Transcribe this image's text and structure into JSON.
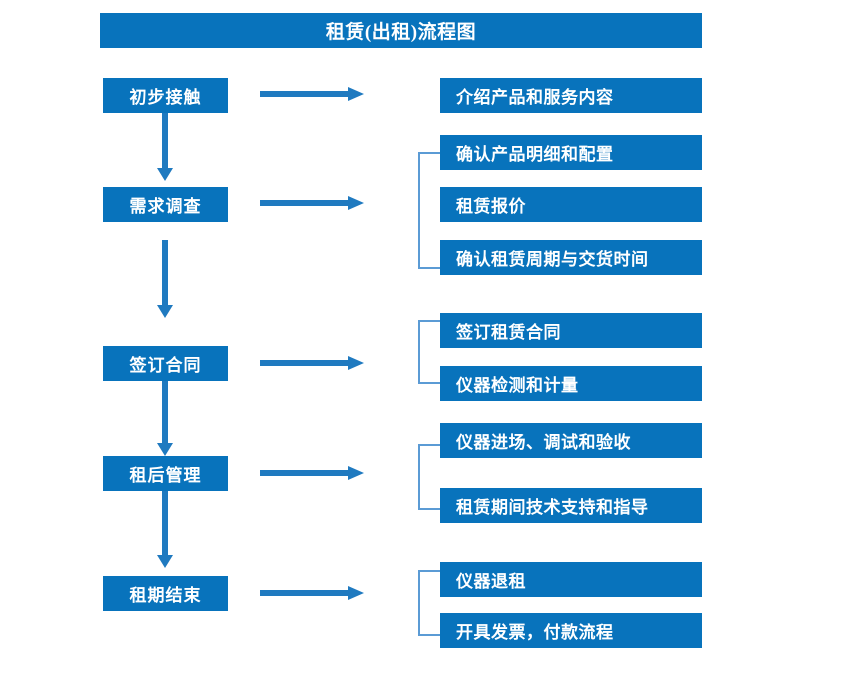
{
  "title": "租赁(出租)流程图",
  "colors": {
    "primary": "#0873BC",
    "bracket": "#5B9BD5",
    "arrow": "#1F7AC0",
    "text": "#FFFFFF",
    "background": "#FFFFFF"
  },
  "chart_data": {
    "type": "diagram",
    "title": "租赁(出租)流程图",
    "stages": [
      {
        "label": "初步接触",
        "details": [
          "介绍产品和服务内容"
        ]
      },
      {
        "label": "需求调查",
        "details": [
          "确认产品明细和配置",
          "租赁报价",
          "确认租赁周期与交货时间"
        ]
      },
      {
        "label": "签订合同",
        "details": [
          "签订租赁合同",
          "仪器检测和计量"
        ]
      },
      {
        "label": "租后管理",
        "details": [
          "仪器进场、调试和验收",
          "租赁期间技术支持和指导"
        ]
      },
      {
        "label": "租期结束",
        "details": [
          "仪器退租",
          "开具发票，付款流程"
        ]
      }
    ]
  },
  "stages": {
    "stage1": "初步接触",
    "stage2": "需求调查",
    "stage3": "签订合同",
    "stage4": "租后管理",
    "stage5": "租期结束"
  },
  "details": {
    "d1": "介绍产品和服务内容",
    "d2": "确认产品明细和配置",
    "d3": "租赁报价",
    "d4": "确认租赁周期与交货时间",
    "d5": "签订租赁合同",
    "d6": "仪器检测和计量",
    "d7": "仪器进场、调试和验收",
    "d8": "租赁期间技术支持和指导",
    "d9": "仪器退租",
    "d10": "开具发票，付款流程"
  }
}
